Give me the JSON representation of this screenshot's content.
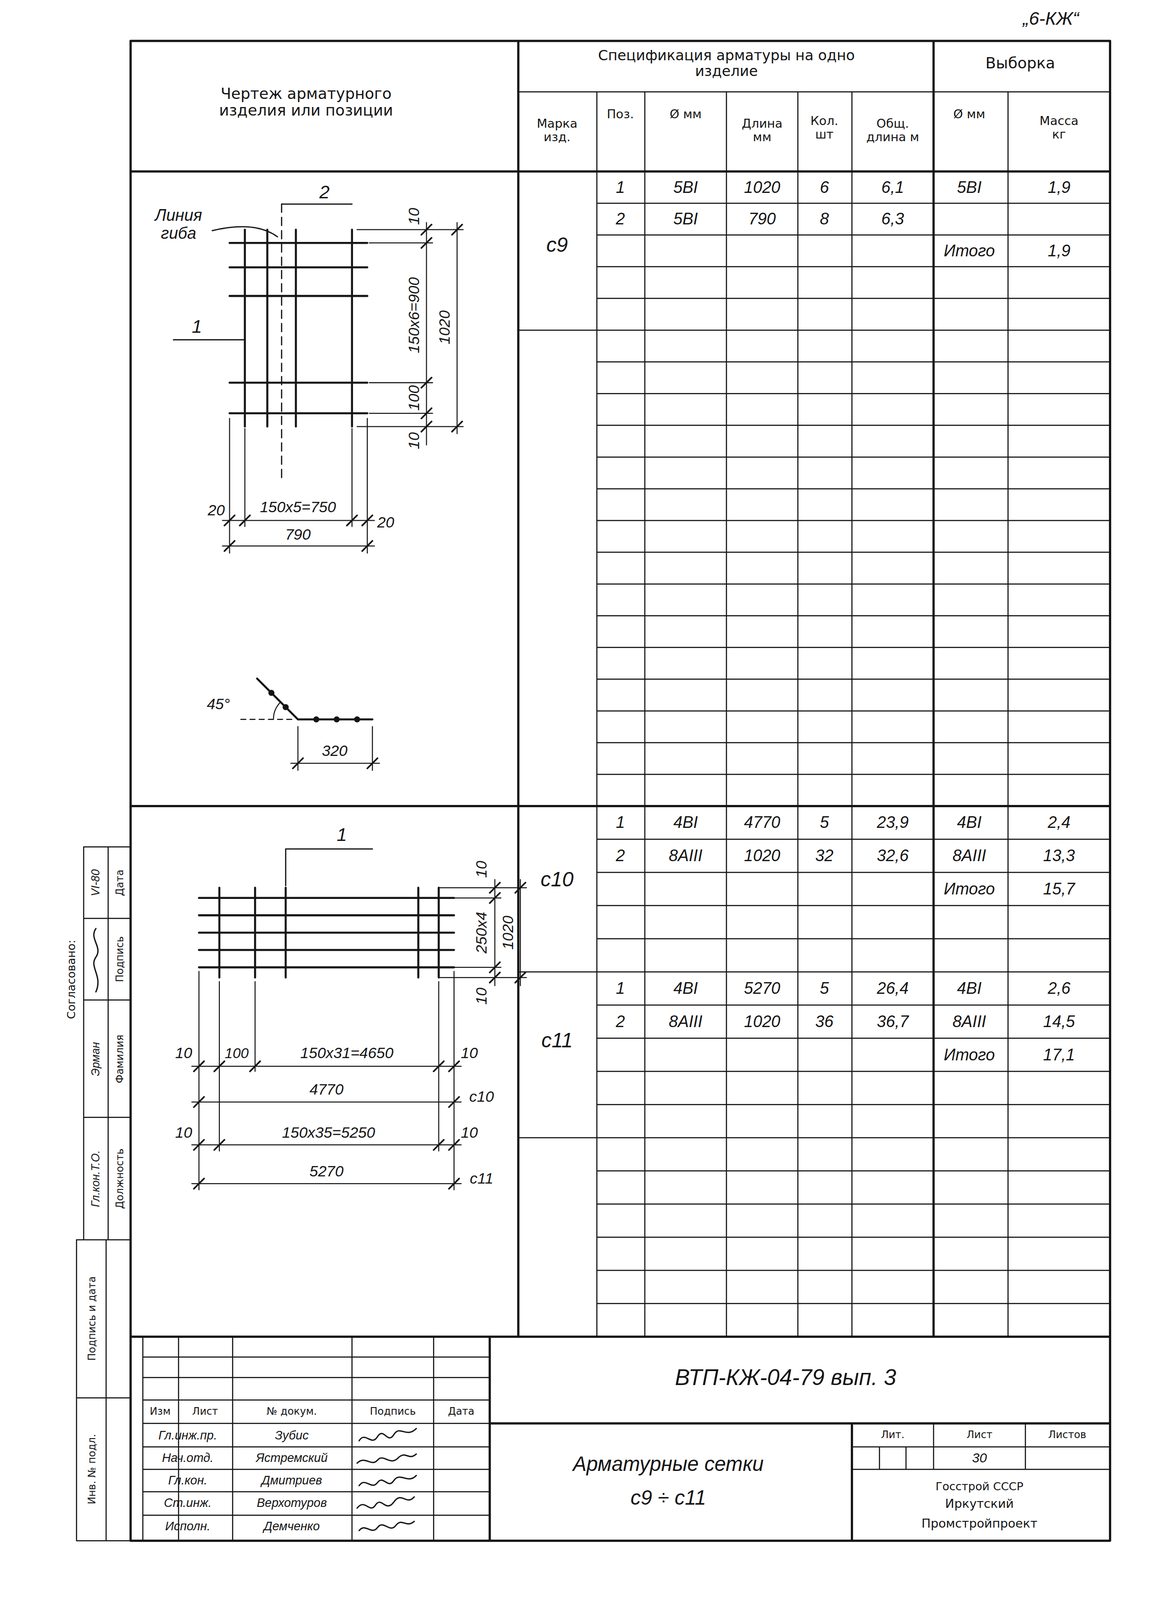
{
  "diagram": {
    "labels": [
      "„6-КЖ“",
      "Чертеж арматурного изделия или позиции",
      "Спецификация арматуры на одно изделие",
      "Выборка",
      "Марка изд.",
      "Поз.",
      "Ø мм",
      "Длина мм",
      "Кол. шт",
      "Общ. длина м",
      "Ø мм",
      "Масса кг",
      "с9",
      "1",
      "5ВI",
      "1020",
      "6",
      "6,1",
      "5ВI",
      "1,9",
      "2",
      "5ВI",
      "790",
      "8",
      "6,3",
      "Итого",
      "1,9",
      "с10",
      "1",
      "4ВI",
      "4770",
      "5",
      "23,9",
      "4ВI",
      "2,4",
      "2",
      "8АIII",
      "1020",
      "32",
      "32,6",
      "8АIII",
      "13,3",
      "Итого",
      "15,7",
      "с11",
      "1",
      "4ВI",
      "5270",
      "5",
      "26,4",
      "4ВI",
      "2,6",
      "2",
      "8АIII",
      "1020",
      "36",
      "36,7",
      "8АIII",
      "14,5",
      "Итого",
      "17,1",
      "2",
      "Линия гиба",
      "1",
      "10",
      "150x6=900",
      "100",
      "10",
      "1020",
      "20",
      "150x5=750",
      "20",
      "790",
      "45°",
      "320",
      "1",
      "10",
      "250x4",
      "1020",
      "10",
      "10",
      "100",
      "150x31=4650",
      "10",
      "4770",
      "с10",
      "10",
      "150x35=5250",
      "10",
      "5270",
      "с11",
      "Изм",
      "Лист",
      "№ докум.",
      "Подпись",
      "Дата",
      "Гл.инж.пр.",
      "Зубис",
      "Нач.отд.",
      "Ястремский",
      "Гл.кон.",
      "Дмитриев",
      "Ст.инж.",
      "Верхотуров",
      "Исполн.",
      "Демченко",
      "ВТП-КЖ-04-79 вып. 3",
      "Арматурные сетки",
      "с9 ÷ с11",
      "Лит.",
      "Лист",
      "Листов",
      "30",
      "Госстрой СССР",
      "Иркутский",
      "Промстройпроект",
      "Согласовано:",
      "Должность",
      "Фамилия",
      "Подпись",
      "Дата",
      "Гл.кон.Т.О.",
      "Эрман",
      "VI-80",
      "Подпись и дата",
      "Инв. № подл."
    ]
  }
}
